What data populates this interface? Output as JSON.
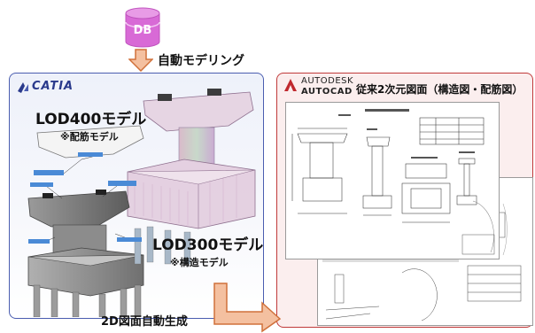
{
  "top": {
    "db_label": "DB",
    "auto_modeling_label": "自動モデリング"
  },
  "left_panel": {
    "software_name": "CATIA",
    "lod400_title": "LOD400モデル",
    "lod400_subtitle": "※配筋モデル",
    "lod300_title": "LOD300モデル",
    "lod300_subtitle": "※構造モデル"
  },
  "right_panel": {
    "brand_line1": "AUTODESK",
    "brand_line2": "AUTOCAD",
    "title": "従来2次元図面（構造図・配筋図）"
  },
  "bottom": {
    "generation_label": "2D図面自動生成"
  },
  "colors": {
    "db_fill": "#d86ad6",
    "arrow_fill": "#f4c0a0",
    "arrow_stroke": "#d0703a",
    "left_border": "#4a5db0",
    "right_border": "#c03a3a",
    "right_bg": "#fbeeee"
  }
}
